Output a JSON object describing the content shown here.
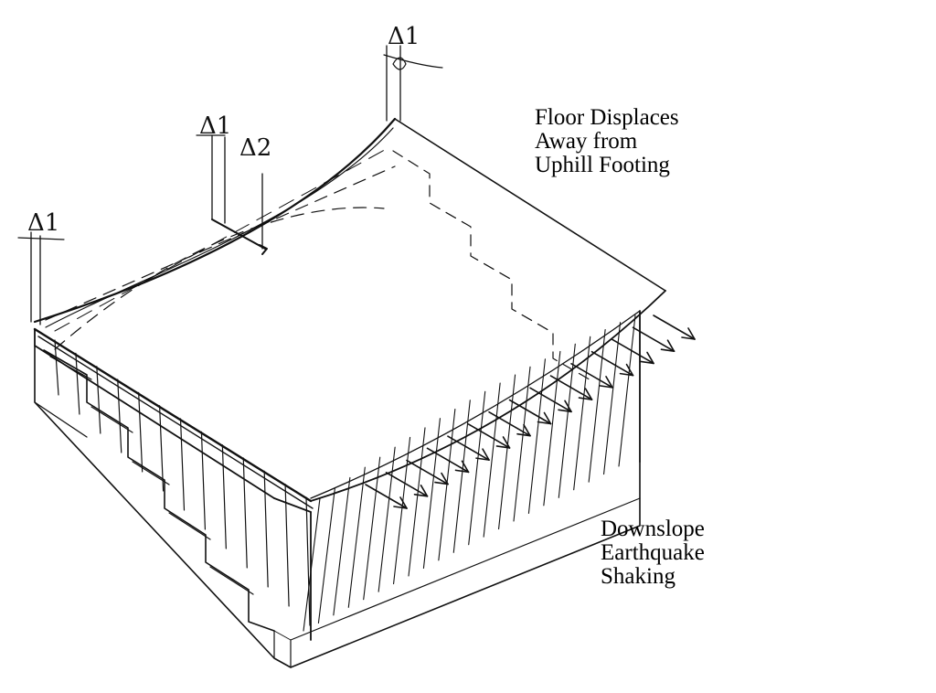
{
  "annotations": {
    "floor_displaces": [
      "Floor Displaces",
      "Away from",
      "Uphill Footing"
    ],
    "downslope_shaking": [
      "Downslope",
      "Earthquake",
      "Shaking"
    ]
  },
  "displacement_labels": {
    "delta1_top": "Δ1",
    "delta1_mid": "Δ1",
    "delta2": "Δ2",
    "delta1_left": "Δ1"
  }
}
